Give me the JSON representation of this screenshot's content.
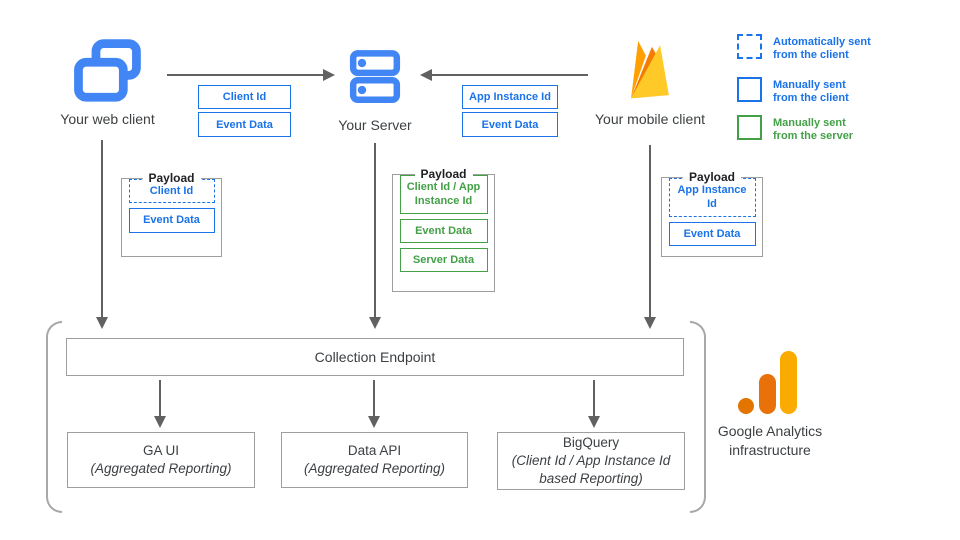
{
  "nodes": {
    "web_client": {
      "label": "Your web client"
    },
    "server": {
      "label": "Your Server"
    },
    "mobile_client": {
      "label": "Your mobile client"
    }
  },
  "edges": {
    "web_to_server": {
      "labels": [
        "Client Id",
        "Event Data"
      ]
    },
    "mobile_to_server": {
      "labels": [
        "App Instance Id",
        "Event Data"
      ]
    }
  },
  "legend": [
    {
      "style": "dashed-blue",
      "lines": [
        "Automatically sent",
        "from the client"
      ]
    },
    {
      "style": "solid-blue",
      "lines": [
        "Manually sent",
        "from the client"
      ]
    },
    {
      "style": "solid-green",
      "lines": [
        "Manually sent",
        "from the server"
      ]
    }
  ],
  "payloads": {
    "web": {
      "title": "Payload",
      "items": [
        {
          "label": "Client Id",
          "style": "dashed-blue"
        },
        {
          "label": "Event Data",
          "style": "solid-blue"
        }
      ]
    },
    "server": {
      "title": "Payload",
      "items": [
        {
          "label": "Client Id / App Instance Id",
          "style": "solid-green"
        },
        {
          "label": "Event Data",
          "style": "solid-green"
        },
        {
          "label": "Server Data",
          "style": "solid-green"
        }
      ]
    },
    "mobile": {
      "title": "Payload",
      "items": [
        {
          "label": "App Instance Id",
          "style": "dashed-blue"
        },
        {
          "label": "Event Data",
          "style": "solid-blue"
        }
      ]
    }
  },
  "infrastructure": {
    "collection_endpoint": "Collection Endpoint",
    "outputs": [
      {
        "title": "GA UI",
        "subtitle": "(Aggregated Reporting)"
      },
      {
        "title": "Data API",
        "subtitle": "(Aggregated Reporting)"
      },
      {
        "title": "BigQuery",
        "subtitle": "(Client Id / App Instance Id based Reporting)"
      }
    ],
    "caption_lines": [
      "Google Analytics",
      "infrastructure"
    ]
  },
  "icons": {
    "web_client": "overlapping-browser-windows-icon",
    "server": "server-stack-icon",
    "mobile_client": "firebase-flame-icon",
    "infrastructure": "google-analytics-logo"
  },
  "colors": {
    "blue": "#1a73e8",
    "green": "#43a047",
    "icon_blue": "#4285f4",
    "arrow": "#616161",
    "box_border": "#9e9e9e",
    "text": "#3c4043",
    "ga_orange": "#e37400",
    "ga_mid": "#e8710a",
    "ga_yellow": "#f9ab00",
    "firebase_amber": "#ffa000",
    "firebase_orange": "#f57c00",
    "firebase_yellow": "#ffca28"
  }
}
